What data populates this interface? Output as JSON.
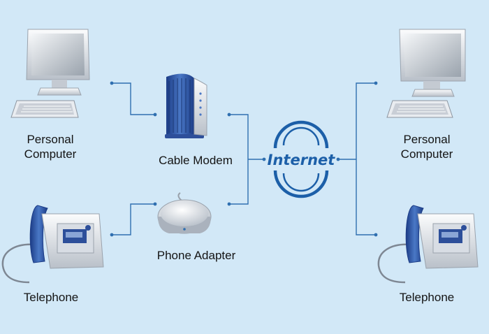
{
  "nodes": {
    "left_computer": {
      "label_line1": "Personal",
      "label_line2": "Computer"
    },
    "right_computer": {
      "label_line1": "Personal",
      "label_line2": "Computer"
    },
    "cable_modem": {
      "label": "Cable Modem"
    },
    "phone_adapter": {
      "label": "Phone Adapter"
    },
    "left_telephone": {
      "label": "Telephone"
    },
    "right_telephone": {
      "label": "Telephone"
    },
    "internet": {
      "label": "Internet"
    }
  },
  "colors": {
    "background": "#d2e8f7",
    "connector": "#2f6fb0",
    "internet": "#1c5fa8",
    "device_gray": "#e4e7ec",
    "device_blue": "#2d4f9a"
  },
  "icons": [
    "computer-icon",
    "cable-modem-icon",
    "phone-adapter-icon",
    "telephone-icon",
    "internet-globe-icon"
  ]
}
